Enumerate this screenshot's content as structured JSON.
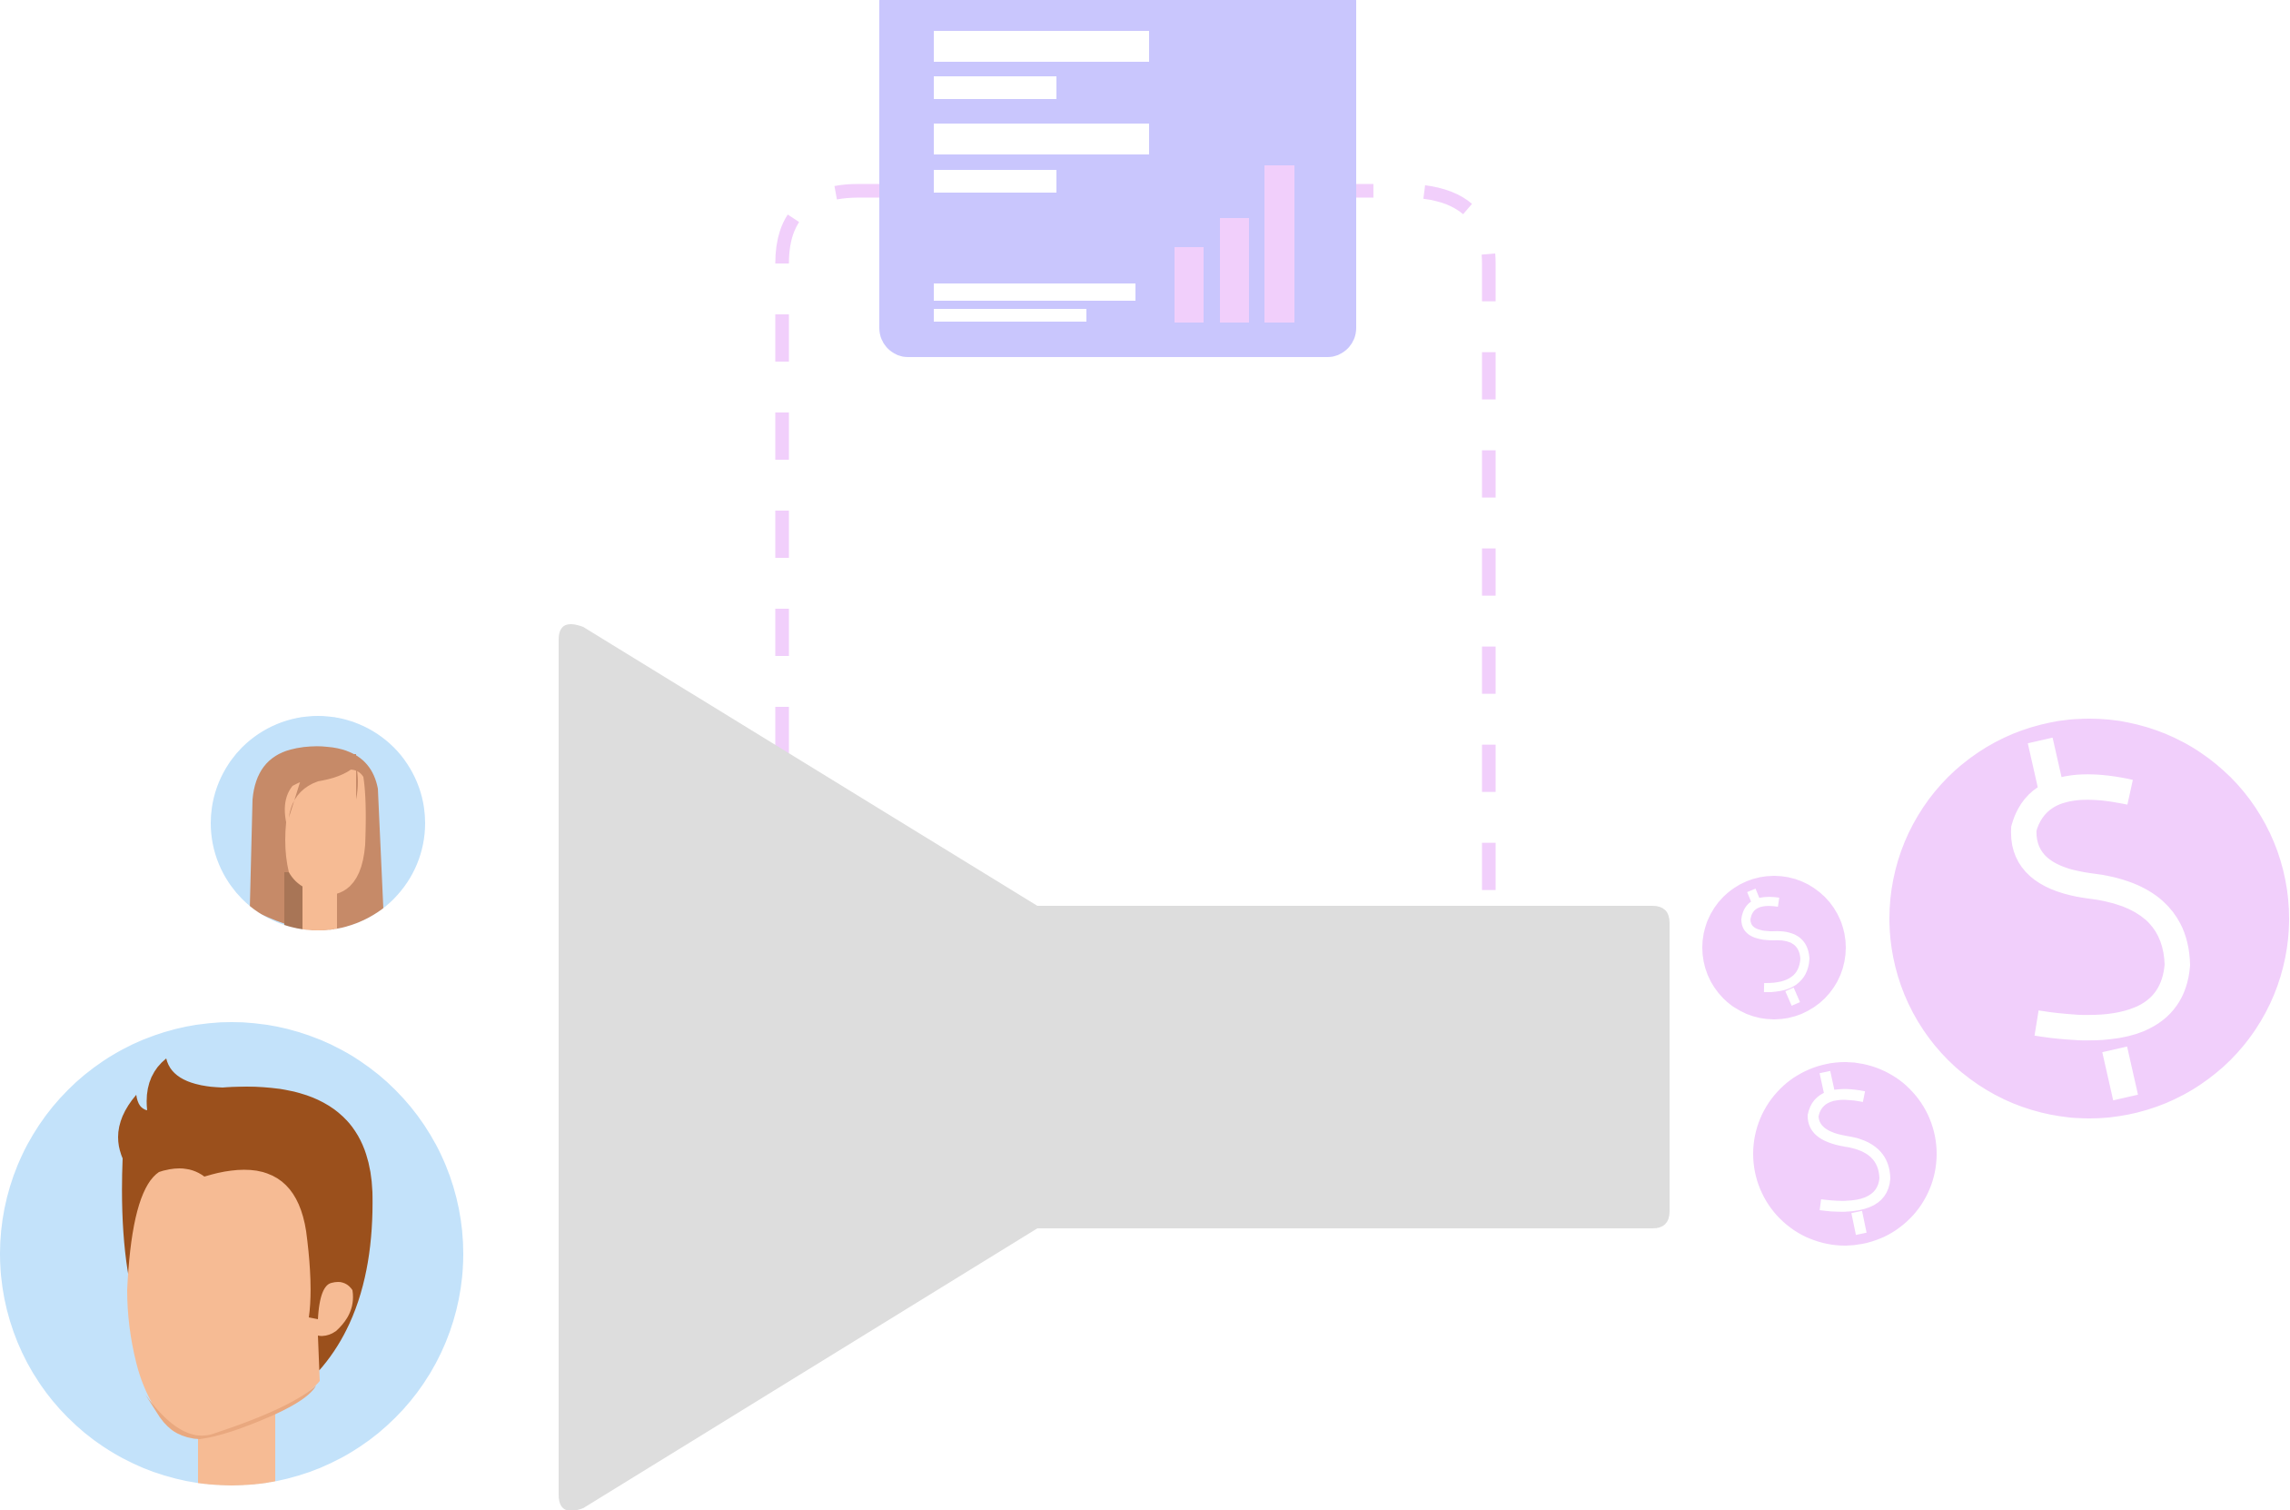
{
  "illustration": {
    "icons": [
      "person-woman-avatar",
      "person-man-avatar",
      "funnel-shape",
      "report-document-icon",
      "bar-chart-icon",
      "dollar-coin-icon"
    ]
  },
  "colors": {
    "background": "#ffffff",
    "avatar_circle": "#c3e2fa",
    "funnel": "#dddddd",
    "document": "#c9c6fd",
    "accent_pink": "#f1cffb",
    "document_lines": "#ffffff",
    "skin": "#f6bb94",
    "skin_shadow": "#e9a87f",
    "hair_brown": "#9b501c",
    "hair_light": "#c68a68"
  }
}
